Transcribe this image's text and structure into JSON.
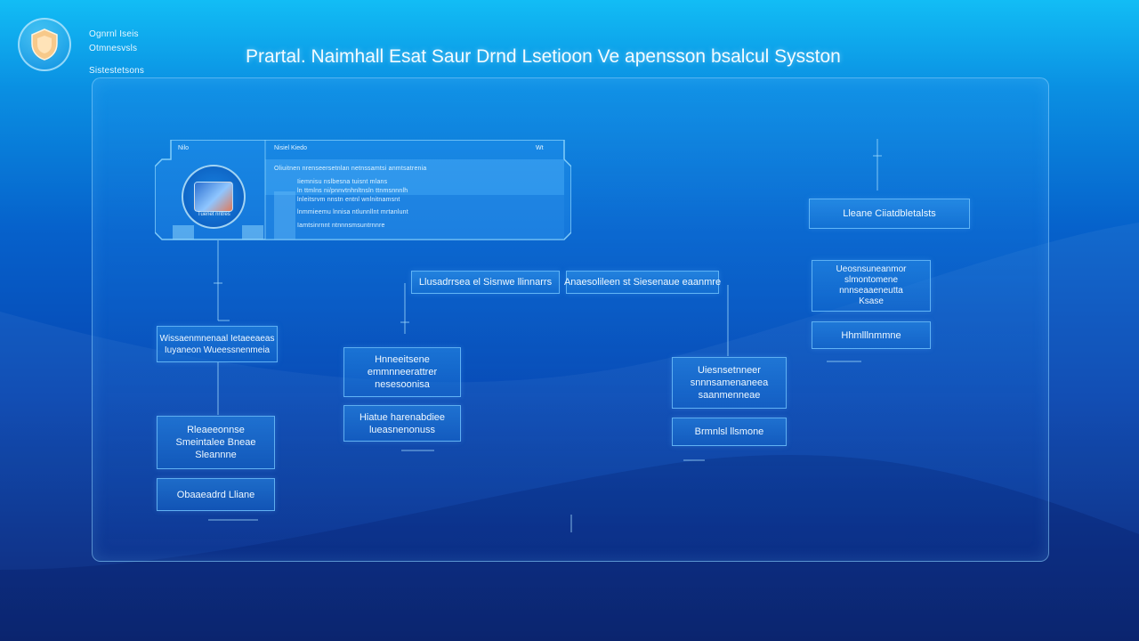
{
  "header": {
    "brand_lines": [
      "Ognrnl Iseis",
      "Otmnesvsls",
      "Sistestetsons"
    ],
    "title": "Prartal. Naimhall Esat Saur Drnd Lsetioon Ve apensson bsalcul Sysston"
  },
  "icons": {
    "logo": "shield-badge-icon",
    "avatar": "patient-photo-icon"
  },
  "colors": {
    "accent": "#12bdf5",
    "frame_border": "#96d7ff",
    "box_fill": "#1f85dc",
    "logo_shield": "#f7c98a"
  },
  "profile_card": {
    "tab_left": "Nilo",
    "tab_center": "Nisiel Kiedo",
    "tab_right": "Wt",
    "avatar_caption": "Tuenet nntres",
    "lines": [
      "Oliuitnen nrenseersetnlan netnssamtsi anmtsatrenia",
      "Iiemnisu nslbesna tuisnt mlans",
      "ln ttmlns ni/pnnvtnhnltnsln ttnmsnnnlh",
      "lnleitsrvm nnstn entnl wnlnitnamsnt",
      "lnmmieemu lnnisa ntlunnllnt mrtanlunt",
      "Iamtsinrnnt ntnnnsmsuntrnnre"
    ]
  },
  "nodes": {
    "far_right_top": [
      "Lleane Ciiatdbletalsts"
    ],
    "top_mid_left": [
      "Llusadrrsea el Sisnwe llinnarrs"
    ],
    "top_mid_right": [
      "Anaesolileen st Siesenaue eaanmre"
    ],
    "left_mid": [
      "Wissaenmnenaal Ietaeeaeas",
      "Iuyaneon   Wueessnenmeia"
    ],
    "left_lower_a": [
      "Rleaeeonnse",
      "Smeintalee Bneae",
      "Sleannne"
    ],
    "left_lower_b": [
      "Obaaeadrd Lliane"
    ],
    "center_a": [
      "Hnneeitsene",
      "emmnneerattrer",
      "nesesoonisa"
    ],
    "center_b": [
      "Hiatue harenabdiee",
      "lueasnenonuss"
    ],
    "right_a": [
      "Uiesnsetnneer",
      "snnnsamenaneea",
      "saanmenneae"
    ],
    "right_b": [
      "Brmnlsl llsmone"
    ],
    "far_right_a": [
      "Ueosnsuneanmor",
      "slmontomene",
      "nnnseaaeneutta",
      "Ksase"
    ],
    "far_right_b": [
      "Hhmlllnmmne"
    ]
  }
}
